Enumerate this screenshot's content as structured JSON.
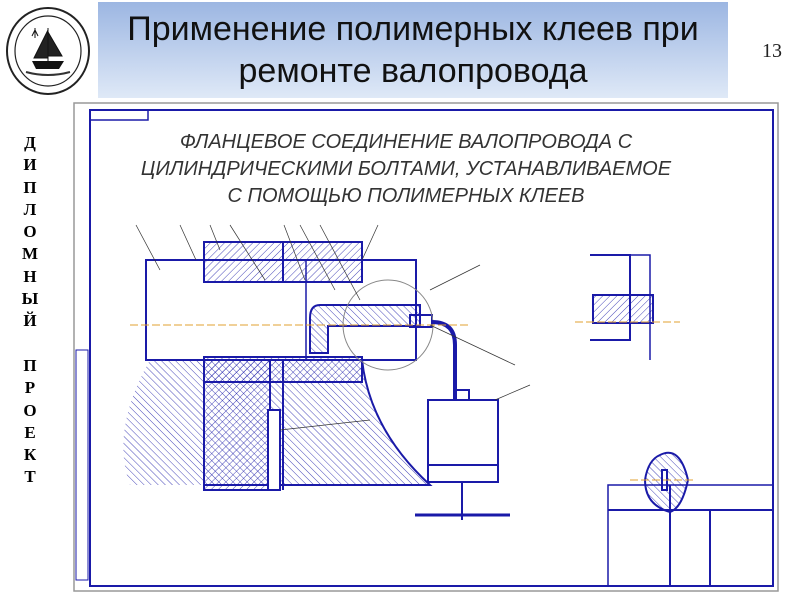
{
  "slide": {
    "title_line1": "Применение полимерных клеев при",
    "title_line2": "ремонте валопровода",
    "page_number": "13",
    "vertical_label": [
      "Д",
      "И",
      "П",
      "Л",
      "О",
      "М",
      "Н",
      "Ы",
      "Й",
      " ",
      "П",
      "Р",
      "О",
      "Е",
      "К",
      "Т"
    ],
    "logo": "university-seal-ship-emblem"
  },
  "drawing": {
    "title_line1": "ФЛАНЦЕВОЕ СОЕДИНЕНИЕ ВАЛОПРОВОДА С",
    "title_line2": "ЦИЛИНДРИЧЕСКИМИ БОЛТАМИ, УСТАНАВЛИВАЕМОЕ",
    "title_line3": "С ПОМОЩЬЮ ПОЛИМЕРНЫХ КЛЕЕВ",
    "line_color": "#1a1aa8",
    "axis_color": "#e0a030"
  }
}
